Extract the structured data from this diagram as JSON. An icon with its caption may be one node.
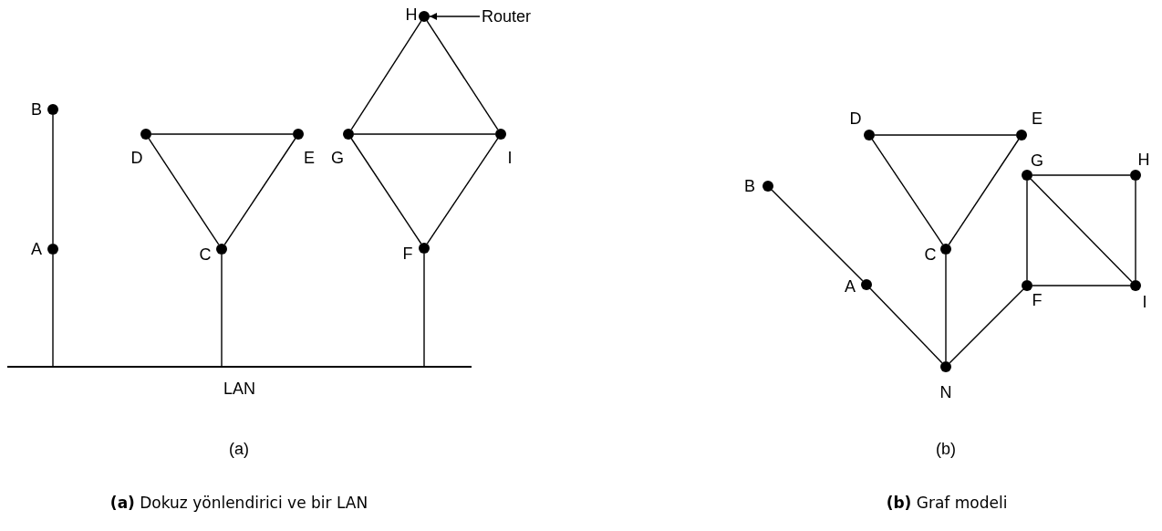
{
  "diagram": {
    "nodes": [
      {
        "text": [
          "B"
        ]
      },
      {
        "text": [
          "A"
        ]
      },
      {
        "text": [
          "D"
        ]
      },
      {
        "text": [
          "E"
        ]
      },
      {
        "text": [
          "C"
        ]
      },
      {
        "text": [
          "H"
        ]
      },
      {
        "text": [
          "G"
        ]
      },
      {
        "text": [
          "I"
        ]
      },
      {
        "text": [
          "F"
        ]
      },
      {
        "text": [
          "LAN"
        ]
      },
      {
        "text": [
          "Router"
        ]
      },
      {
        "text": [
          "B"
        ]
      },
      {
        "text": [
          "A"
        ]
      },
      {
        "text": [
          "D"
        ]
      },
      {
        "text": [
          "E"
        ]
      },
      {
        "text": [
          "C"
        ]
      },
      {
        "text": [
          "N"
        ]
      },
      {
        "text": [
          "G"
        ]
      },
      {
        "text": [
          "H"
        ]
      },
      {
        "text": [
          "I"
        ]
      },
      {
        "text": [
          "F"
        ]
      }
    ],
    "edges": [
      {
        "from": 0,
        "to": 1,
        "arrow": "none"
      },
      {
        "from": 1,
        "to": 9,
        "arrow": "none"
      },
      {
        "from": 2,
        "to": 3,
        "arrow": "none"
      },
      {
        "from": 2,
        "to": 4,
        "arrow": "none"
      },
      {
        "from": 3,
        "to": 4,
        "arrow": "none"
      },
      {
        "from": 4,
        "to": 9,
        "arrow": "none"
      },
      {
        "from": 5,
        "to": 6,
        "arrow": "none"
      },
      {
        "from": 5,
        "to": 7,
        "arrow": "none"
      },
      {
        "from": 6,
        "to": 7,
        "arrow": "none"
      },
      {
        "from": 6,
        "to": 8,
        "arrow": "none"
      },
      {
        "from": 7,
        "to": 8,
        "arrow": "none"
      },
      {
        "from": 8,
        "to": 9,
        "arrow": "none"
      },
      {
        "from": 10,
        "to": 5,
        "arrow": "to"
      },
      {
        "from": 11,
        "to": 12,
        "arrow": "none"
      },
      {
        "from": 12,
        "to": 16,
        "arrow": "none"
      },
      {
        "from": 13,
        "to": 14,
        "arrow": "none"
      },
      {
        "from": 13,
        "to": 15,
        "arrow": "none"
      },
      {
        "from": 14,
        "to": 15,
        "arrow": "none"
      },
      {
        "from": 15,
        "to": 16,
        "arrow": "none"
      },
      {
        "from": 17,
        "to": 18,
        "arrow": "none"
      },
      {
        "from": 18,
        "to": 19,
        "arrow": "none"
      },
      {
        "from": 17,
        "to": 19,
        "arrow": "none"
      },
      {
        "from": 17,
        "to": 20,
        "arrow": "none"
      },
      {
        "from": 20,
        "to": 19,
        "arrow": "none"
      },
      {
        "from": 20,
        "to": 16,
        "arrow": "none"
      }
    ],
    "labels": [
      "(a)",
      "(b)",
      "**(a)** Dokuz yönlendirici ve bir LAN",
      "**(b)** Graf modeli"
    ]
  }
}
